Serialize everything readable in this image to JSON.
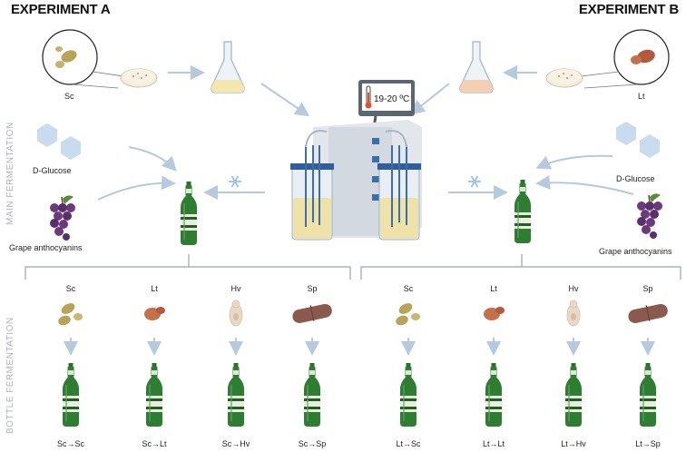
{
  "titles": {
    "a": "EXPERIMENT A",
    "b": "EXPERIMENT B"
  },
  "side_labels": {
    "main": "MAIN FERMENTATION",
    "bottle": "BOTTLE FERMENTATION"
  },
  "main": {
    "yeast_a": "Sc",
    "yeast_b": "Lt",
    "glucose": "D-Glucose",
    "anthocyanins": "Grape anthocyanins",
    "temperature": "19-20 ºC"
  },
  "bottle": {
    "a": [
      {
        "yeast": "Sc",
        "result": "Sc→Sc"
      },
      {
        "yeast": "Lt",
        "result": "Sc→Lt"
      },
      {
        "yeast": "Hv",
        "result": "Sc→Hv"
      },
      {
        "yeast": "Sp",
        "result": "Sc→Sp"
      }
    ],
    "b": [
      {
        "yeast": "Sc",
        "result": "Lt→Sc"
      },
      {
        "yeast": "Lt",
        "result": "Lt→Lt"
      },
      {
        "yeast": "Hv",
        "result": "Lt→Hv"
      },
      {
        "yeast": "Sp",
        "result": "Lt→Sp"
      }
    ]
  },
  "colors": {
    "arrow": "#b7c9dd",
    "bracket": "#9aa3ad",
    "bottle_green": "#2e7d32",
    "sc_yeast": "#b8a35a",
    "lt_yeast": "#c4704a",
    "hv_yeast": "#ead7c6",
    "sp_yeast": "#8b5a4e",
    "hexagon": "#c8dcee",
    "grape": "#6b3a7a"
  },
  "icons": [
    "yeast-cell-icon",
    "petri-dish-icon",
    "flask-icon",
    "bioreactor-icon",
    "thermometer-icon",
    "snowflake-icon",
    "beer-bottle-icon",
    "hexagon-icon",
    "grape-icon"
  ]
}
